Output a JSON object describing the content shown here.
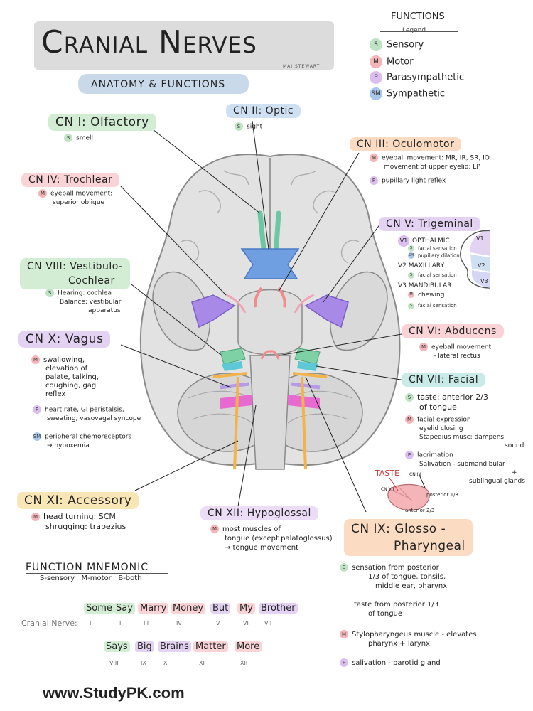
{
  "title": "Cranial Nerves",
  "author": "MAI STEWART",
  "subtitle": "ANATOMY & FUNCTIONS",
  "legend": {
    "heading": "FUNCTIONS",
    "subheading": "Legend",
    "items": [
      {
        "code": "S",
        "label": "Sensory",
        "color": "#bfe3c4"
      },
      {
        "code": "M",
        "label": "Motor",
        "color": "#f5b5b8"
      },
      {
        "code": "P",
        "label": "Parasympathetic",
        "color": "#dcbdf0"
      },
      {
        "code": "SM",
        "label": "Sympathetic",
        "color": "#a8c7ec"
      }
    ]
  },
  "nerves": {
    "cn1": {
      "number": "CN I",
      "name": "Olfactory",
      "f1_code": "S",
      "f1": "smell"
    },
    "cn2": {
      "number": "CN II",
      "name": "Optic",
      "f1_code": "S",
      "f1": "sight"
    },
    "cn3": {
      "number": "CN III",
      "name": "Oculomotor",
      "f1_code": "M",
      "f1a": "eyeball movement: MR, IR, SR, IO",
      "f1b": "movement of upper eyelid: LP",
      "f2_code": "P",
      "f2": "pupillary light reflex"
    },
    "cn4": {
      "number": "CN IV",
      "name": "Trochlear",
      "f1_code": "M",
      "f1a": "eyeball movement:",
      "f1b": "superior oblique"
    },
    "cn5": {
      "number": "CN V",
      "name": "Trigeminal",
      "v1": "V1",
      "v1_name": "OPTHALMIC",
      "v1_s": "facial sensation",
      "v1_sm": "pupillary dilation",
      "v2": "V2",
      "v2_name": "MAXILLARY",
      "v2_s": "facial sensation",
      "v3": "V3",
      "v3_name": "MANDIBULAR",
      "v3_m": "chewing",
      "v3_s": "facial sensation",
      "face_v1": "V1",
      "face_v2": "V2",
      "face_v3": "V3"
    },
    "cn6": {
      "number": "CN VI",
      "name": "Abducens",
      "f1_code": "M",
      "f1a": "eyeball movement",
      "f1b": "- lateral rectus"
    },
    "cn7": {
      "number": "CN VII",
      "name": "Facial",
      "f1_code": "S",
      "f1a": "taste: anterior 2/3",
      "f1b": "of tongue",
      "f2_code": "M",
      "f2a": "facial expression",
      "f2b": "eyelid closing",
      "f2c": "Stapedius musc: dampens",
      "f2d": "sound",
      "f3_code": "P",
      "f3a": "lacrimation",
      "f3b": "Salivation - submandibular",
      "f3c": "+",
      "f3d": "sublingual glands"
    },
    "cn8": {
      "number": "CN VIII",
      "name1": "Vestibulo-",
      "name2": "Cochlear",
      "f1_code": "S",
      "f1a": "Hearing: cochlea",
      "f1b": "Balance: vestibular",
      "f1c": "apparatus"
    },
    "cn9": {
      "number": "CN IX",
      "name1": "Glosso -",
      "name2": "Pharyngeal",
      "f1_code": "S",
      "f1a": "sensation from posterior",
      "f1b": "1/3 of tongue, tonsils,",
      "f1c": "middle ear, pharynx",
      "f1d": "taste from posterior 1/3",
      "f1e": "of tongue",
      "f2_code": "M",
      "f2a": "Stylopharyngeus muscle - elevates",
      "f2b": "pharynx + larynx",
      "f3_code": "P",
      "f3": "salivation - parotid gland"
    },
    "cn10": {
      "number": "CN X",
      "name": "Vagus",
      "f1_code": "M",
      "f1a": "swallowing,",
      "f1b": "elevation of",
      "f1c": "palate, talking,",
      "f1d": "coughing, gag",
      "f1e": "reflex",
      "f2_code": "P",
      "f2a": "heart rate, GI peristalsis,",
      "f2b": "sweating, vasovagal syncope",
      "f3_code": "SM",
      "f3a": "peripheral chemoreceptors",
      "f3b": "→ hypoxemia"
    },
    "cn11": {
      "number": "CN XI",
      "name": "Accessory",
      "f1_code": "M",
      "f1a": "head turning: SCM",
      "f1b": "shrugging: trapezius"
    },
    "cn12": {
      "number": "CN XII",
      "name": "Hypoglossal",
      "f1_code": "M",
      "f1a": "most muscles of",
      "f1b": "tongue (except palatoglossus)",
      "f1c": "→ tongue movement"
    }
  },
  "taste": {
    "label": "TASTE",
    "cn9": "CN IX",
    "cn7": "CN VII",
    "posterior": "posterior 1/3",
    "anterior": "anterior 2/3"
  },
  "mnemonic": {
    "heading": "FUNCTION MNEMONIC",
    "key": "S-sensory   M-motor   B-both",
    "row_label": "Cranial Nerve:",
    "line1": [
      {
        "word": "Some",
        "num": "I",
        "color": "#d3edd4"
      },
      {
        "word": "Say",
        "num": "II",
        "color": "#d3edd4"
      },
      {
        "word": "Marry",
        "num": "III",
        "color": "#f9d3d6"
      },
      {
        "word": "Money",
        "num": "IV",
        "color": "#f9d3d6"
      },
      {
        "word": "But",
        "num": "V",
        "color": "#e4d2f3"
      },
      {
        "word": "My",
        "num": "VI",
        "color": "#f9d3d6"
      },
      {
        "word": "Brother",
        "num": "VII",
        "color": "#e4d2f3"
      }
    ],
    "line2": [
      {
        "word": "Says",
        "num": "VIII",
        "color": "#d3edd4"
      },
      {
        "word": "Big",
        "num": "IX",
        "color": "#e4d2f3"
      },
      {
        "word": "Brains",
        "num": "X",
        "color": "#e4d2f3"
      },
      {
        "word": "Matter",
        "num": "XI",
        "color": "#f9d3d6"
      },
      {
        "word": "More",
        "num": "XII",
        "color": "#f9d3d6"
      }
    ]
  },
  "footer": "www.StudyPK.com"
}
